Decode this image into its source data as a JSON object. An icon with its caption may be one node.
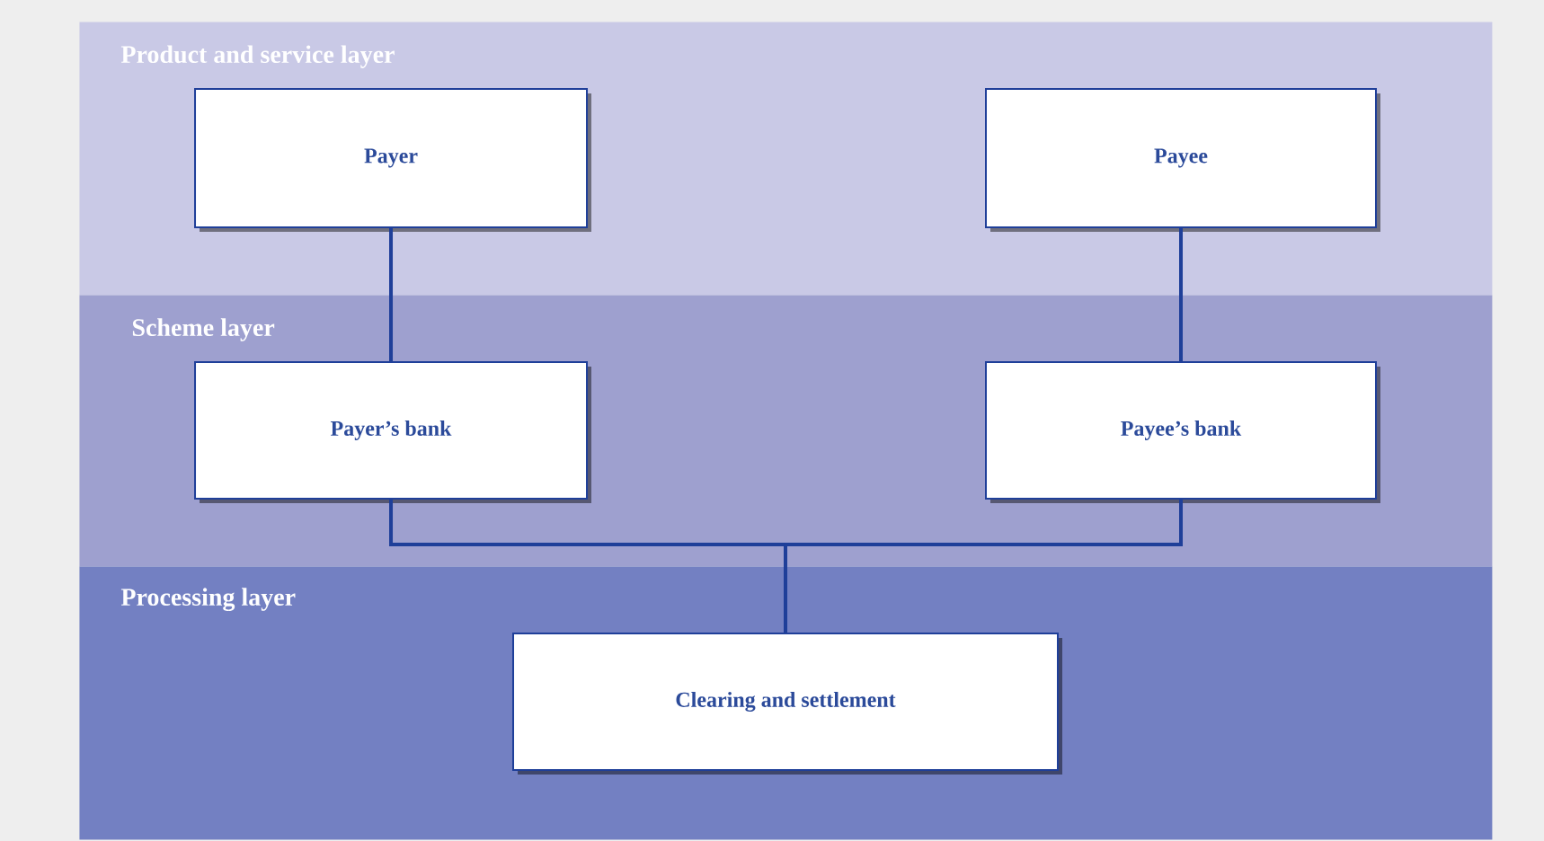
{
  "diagram": {
    "nodes": [
      {
        "text": [
          "Product and service layer"
        ]
      },
      {
        "text": [
          "Payer"
        ],
        "in": 0
      },
      {
        "text": [
          "Payee"
        ],
        "in": 0
      },
      {
        "text": [
          "Scheme layer"
        ]
      },
      {
        "text": [
          "Payer’s bank"
        ],
        "in": 3
      },
      {
        "text": [
          "Payee’s bank"
        ],
        "in": 3
      },
      {
        "text": [
          "Processing layer"
        ]
      },
      {
        "text": [
          "Clearing and settlement"
        ],
        "in": 6
      }
    ],
    "edges": [
      {
        "from": 1,
        "to": 4,
        "arrow": "none"
      },
      {
        "from": 2,
        "to": 5,
        "arrow": "none"
      },
      {
        "from": 4,
        "to": 7,
        "arrow": "none"
      },
      {
        "from": 5,
        "to": 7,
        "arrow": "none"
      }
    ]
  }
}
